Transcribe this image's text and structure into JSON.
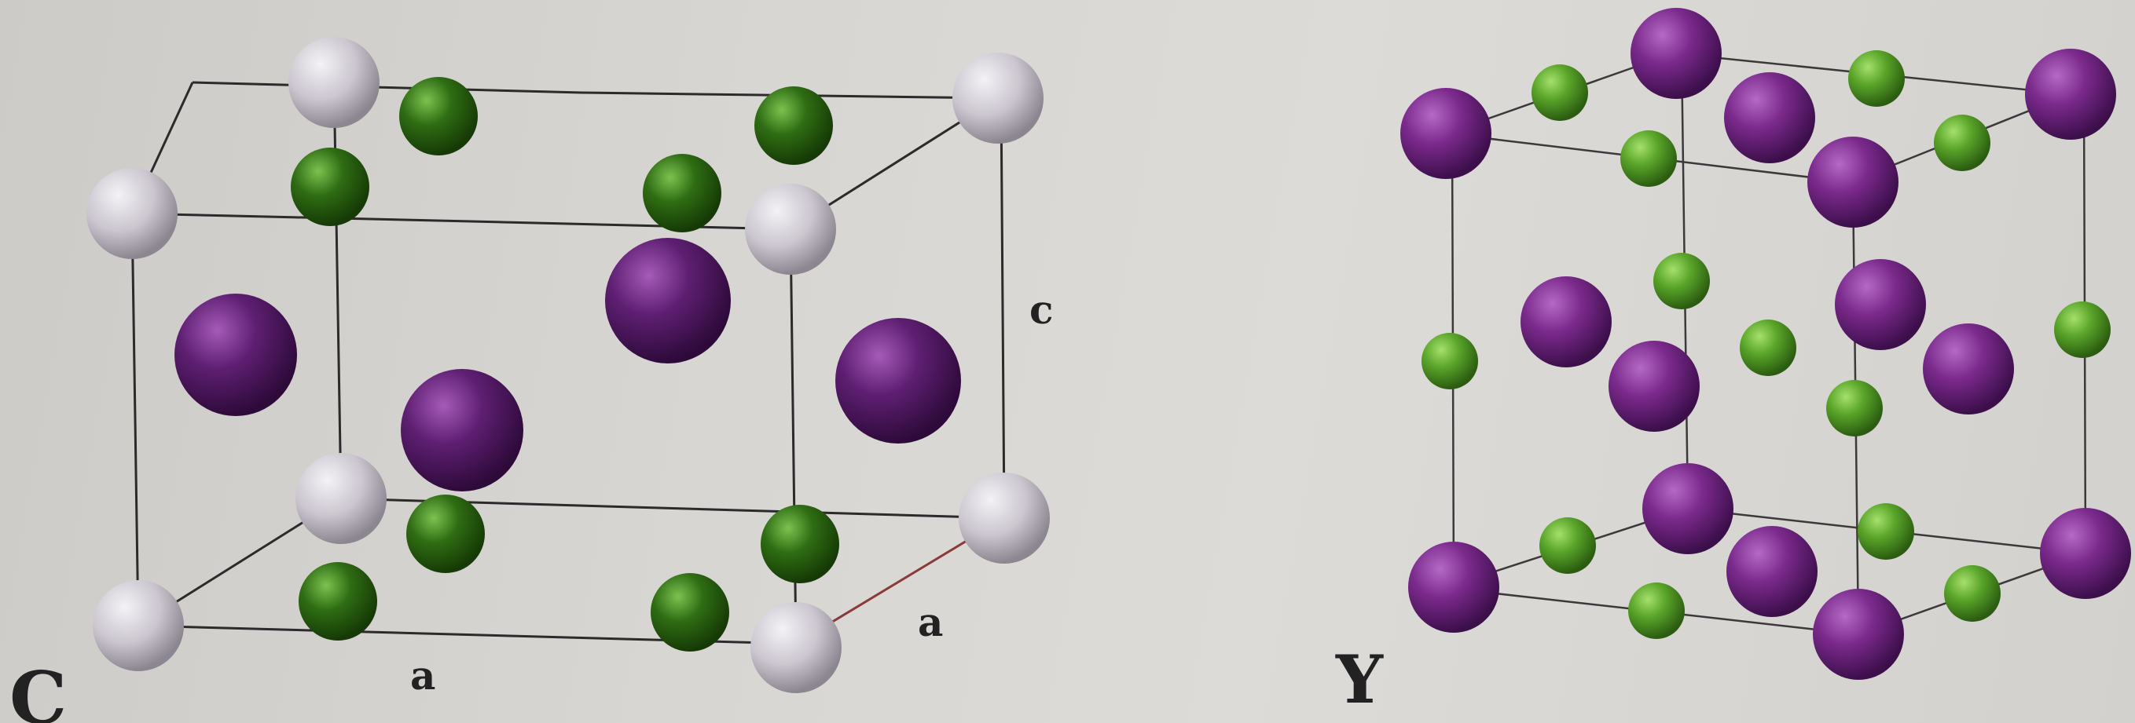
{
  "figures": [
    {
      "id": "C",
      "panel_label": "C",
      "dimension_labels": {
        "a_front": "a",
        "a_side": "a",
        "c": "c"
      },
      "colors": {
        "large_atom": "#5a1f6e",
        "small_atom": "#3f7e1f",
        "corner_atom": "#d9d5dc",
        "edge": "#2b2b2b"
      }
    },
    {
      "id": "Y",
      "panel_label": "Y",
      "colors": {
        "large_atom": "#7a2a8a",
        "small_atom": "#5aa92a",
        "edge": "#3a3a3a"
      }
    }
  ]
}
